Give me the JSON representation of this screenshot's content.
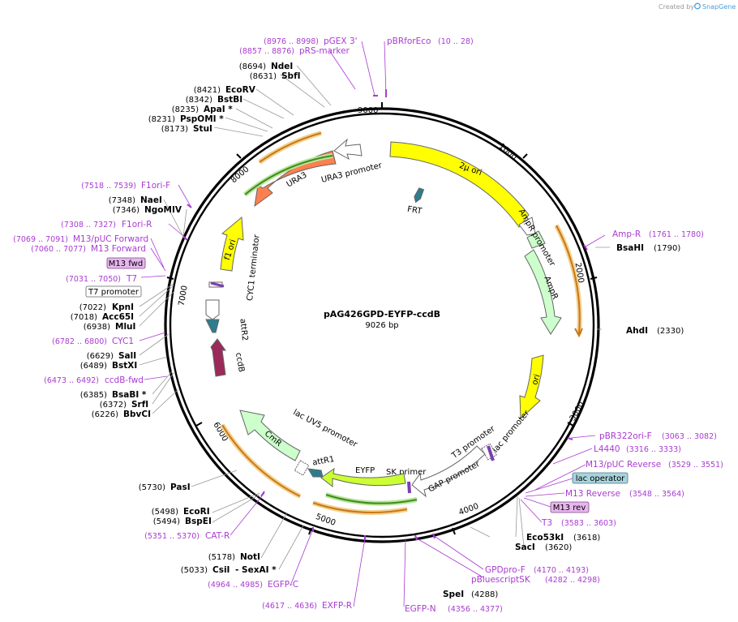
{
  "credit": {
    "created_by": "Created by",
    "app": "SnapGene"
  },
  "plasmid": {
    "name": "pAG426GPD-EYFP-ccdB",
    "length": "9026 bp"
  },
  "ticks": [
    "1000",
    "2000",
    "3000",
    "4000",
    "5000",
    "6000",
    "7000",
    "8000",
    "9000"
  ],
  "features": {
    "two_mu_ori": "2µ ori",
    "ampr_promoter": "AmpR promoter",
    "ampr": "AmpR",
    "ori": "ori",
    "lac_promoter": "lac promoter",
    "t3_promoter": "T3 promoter",
    "gap_promoter": "GAP promoter",
    "sk_primer": "SK primer",
    "eyfp": "EYFP",
    "attr1": "attR1",
    "lacuv5_promoter": "lac UV5 promoter",
    "cmr": "CmR",
    "ccdb": "ccdB",
    "attr2": "attR2",
    "cyc1_terminator": "CYC1 terminator",
    "f1_ori": "f1 ori",
    "ura3": "URA3",
    "ura3_promoter": "URA3 promoter",
    "frt": "FRT"
  },
  "sites_top": [
    {
      "pos": "(8694)",
      "name": "NdeI"
    },
    {
      "pos": "(8631)",
      "name": "SbfI"
    },
    {
      "pos": "(8421)",
      "name": "EcoRV"
    },
    {
      "pos": "(8342)",
      "name": "BstBI"
    },
    {
      "pos": "(8235)",
      "name": "ApaI  *"
    },
    {
      "pos": "(8231)",
      "name": "PspOMI  *"
    },
    {
      "pos": "(8173)",
      "name": "StuI"
    }
  ],
  "primers_top": [
    {
      "pos": "(8976 .. 8998)",
      "name": "pGEX 3'"
    },
    {
      "pos": "(8857 .. 8876)",
      "name": "pRS-marker"
    },
    {
      "pos": "(10 .. 28)",
      "name": "pBRforEco"
    }
  ],
  "left_items": {
    "f1ori_f": {
      "pos": "(7518 .. 7539)",
      "name": "F1ori-F"
    },
    "naei": {
      "pos": "(7348)",
      "name": "NaeI"
    },
    "ngomiv": {
      "pos": "(7346)",
      "name": "NgoMIV"
    },
    "f1ori_r": {
      "pos": "(7308 .. 7327)",
      "name": "F1ori-R"
    },
    "m13puc_fwd": {
      "pos": "(7069 .. 7091)",
      "name": "M13/pUC Forward"
    },
    "m13_forward": {
      "pos": "(7060 .. 7077)",
      "name": "M13 Forward"
    },
    "m13_fwd_box": "M13 fwd",
    "t7": {
      "pos": "(7031 .. 7050)",
      "name": "T7"
    },
    "t7_promoter_box": "T7 promoter",
    "kpni": {
      "pos": "(7022)",
      "name": "KpnI"
    },
    "acc65i": {
      "pos": "(7018)",
      "name": "Acc65I"
    },
    "mlui": {
      "pos": "(6938)",
      "name": "MluI"
    },
    "cyc1": {
      "pos": "(6782 .. 6800)",
      "name": "CYC1"
    },
    "sali": {
      "pos": "(6629)",
      "name": "SalI"
    },
    "bstxi": {
      "pos": "(6489)",
      "name": "BstXI"
    },
    "ccdb_fwd": {
      "pos": "(6473 .. 6492)",
      "name": "ccdB-fwd"
    },
    "bsabi": {
      "pos": "(6385)",
      "name": "BsaBI  *"
    },
    "srfi": {
      "pos": "(6372)",
      "name": "SrfI"
    },
    "bbvci": {
      "pos": "(6226)",
      "name": "BbvCI"
    }
  },
  "bottom_left": {
    "pasi": {
      "pos": "(5730)",
      "name": "PasI"
    },
    "ecori": {
      "pos": "(5498)",
      "name": "EcoRI"
    },
    "bspei": {
      "pos": "(5494)",
      "name": "BspEI"
    },
    "cat_r": {
      "pos": "(5351 .. 5370)",
      "name": "CAT-R"
    },
    "noti": {
      "pos": "(5178)",
      "name": "NotI"
    },
    "csii": {
      "pos": "(5033)",
      "name": "CsiI"
    },
    "sexai": {
      "name": "- SexAI  *"
    },
    "egfp_c": {
      "pos": "(4964 .. 4985)",
      "name": "EGFP-C"
    },
    "exfp_r": {
      "pos": "(4617 .. 4636)",
      "name": "EXFP-R"
    },
    "egfp_n": {
      "pos": "(4356 .. 4377)",
      "name": "EGFP-N"
    },
    "spei": {
      "pos": "(4288)",
      "name": "SpeI"
    },
    "gpdpro_f": {
      "pos": "(4170 .. 4193)",
      "name": "GPDpro-F"
    },
    "pbluescriptsk": {
      "pos": "(4282 .. 4298)",
      "name": "pBluescriptSK"
    }
  },
  "right_items": {
    "amp_r": {
      "pos": "(1761 .. 1780)",
      "name": "Amp-R"
    },
    "bsahi": {
      "pos": "(1790)",
      "name": "BsaHI"
    },
    "ahdi": {
      "pos": "(2330)",
      "name": "AhdI"
    },
    "pbr322ori_f": {
      "pos": "(3063 .. 3082)",
      "name": "pBR322ori-F"
    },
    "l4440": {
      "pos": "(3316 .. 3333)",
      "name": "L4440"
    },
    "m13puc_rev": {
      "pos": "(3529 .. 3551)",
      "name": "M13/pUC Reverse"
    },
    "lac_operator_box": "lac operator",
    "m13_reverse": {
      "pos": "(3548 .. 3564)",
      "name": "M13 Reverse"
    },
    "m13_rev_box": "M13 rev",
    "t3": {
      "pos": "(3583 .. 3603)",
      "name": "T3"
    },
    "eco53ki": {
      "pos": "(3618)",
      "name": "Eco53kI"
    },
    "saci": {
      "pos": "(3620)",
      "name": "SacI"
    }
  },
  "colors": {
    "yellow": "#ffff00",
    "green": "#ccffcc",
    "orange": "#ff7f4f",
    "teal": "#2e7d8f",
    "maroon": "#9b2a5a",
    "lime": "#ccff33",
    "primer": "#a93bd1",
    "orf_orange": "#e69a2e",
    "orf_green": "#5da62c"
  }
}
